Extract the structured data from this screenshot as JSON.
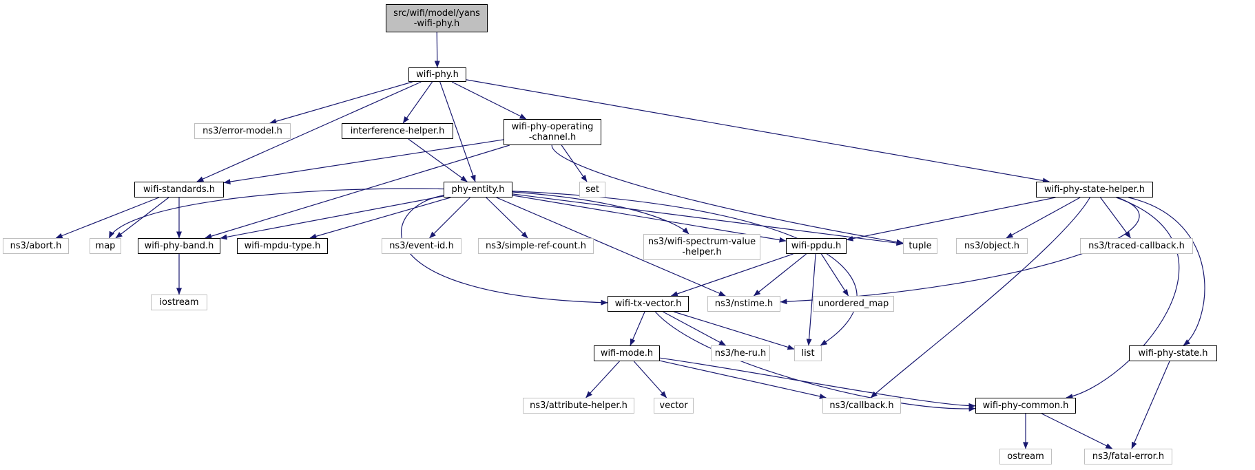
{
  "diagram": {
    "edge_color": "#191970",
    "nodes": [
      {
        "id": "root",
        "label": "src/wifi/model/yans\n-wifi-phy.h",
        "kind": "root"
      },
      {
        "id": "wifiphy",
        "label": "wifi-phy.h",
        "kind": "doc"
      },
      {
        "id": "errormodel",
        "label": "ns3/error-model.h",
        "kind": "ext"
      },
      {
        "id": "interference",
        "label": "interference-helper.h",
        "kind": "doc"
      },
      {
        "id": "opchannel",
        "label": "wifi-phy-operating\n-channel.h",
        "kind": "doc"
      },
      {
        "id": "set",
        "label": "set",
        "kind": "ext"
      },
      {
        "id": "statehelper",
        "label": "wifi-phy-state-helper.h",
        "kind": "doc"
      },
      {
        "id": "standards",
        "label": "wifi-standards.h",
        "kind": "doc"
      },
      {
        "id": "phyentity",
        "label": "phy-entity.h",
        "kind": "doc"
      },
      {
        "id": "abort",
        "label": "ns3/abort.h",
        "kind": "ext"
      },
      {
        "id": "map",
        "label": "map",
        "kind": "ext"
      },
      {
        "id": "band",
        "label": "wifi-phy-band.h",
        "kind": "doc"
      },
      {
        "id": "mpdutype",
        "label": "wifi-mpdu-type.h",
        "kind": "doc"
      },
      {
        "id": "eventid",
        "label": "ns3/event-id.h",
        "kind": "ext"
      },
      {
        "id": "simpleref",
        "label": "ns3/simple-ref-count.h",
        "kind": "ext"
      },
      {
        "id": "spectrum",
        "label": "ns3/wifi-spectrum-value\n-helper.h",
        "kind": "ext"
      },
      {
        "id": "ppdu",
        "label": "wifi-ppdu.h",
        "kind": "doc"
      },
      {
        "id": "tuple",
        "label": "tuple",
        "kind": "ext"
      },
      {
        "id": "object",
        "label": "ns3/object.h",
        "kind": "ext"
      },
      {
        "id": "tracedcb",
        "label": "ns3/traced-callback.h",
        "kind": "ext"
      },
      {
        "id": "iostream",
        "label": "iostream",
        "kind": "ext"
      },
      {
        "id": "txvector",
        "label": "wifi-tx-vector.h",
        "kind": "doc"
      },
      {
        "id": "nstime",
        "label": "ns3/nstime.h",
        "kind": "ext"
      },
      {
        "id": "unordered",
        "label": "unordered_map",
        "kind": "ext"
      },
      {
        "id": "wifimode",
        "label": "wifi-mode.h",
        "kind": "doc"
      },
      {
        "id": "heru",
        "label": "ns3/he-ru.h",
        "kind": "ext"
      },
      {
        "id": "list",
        "label": "list",
        "kind": "ext"
      },
      {
        "id": "phystate",
        "label": "wifi-phy-state.h",
        "kind": "doc"
      },
      {
        "id": "attrhelper",
        "label": "ns3/attribute-helper.h",
        "kind": "ext"
      },
      {
        "id": "vector",
        "label": "vector",
        "kind": "ext"
      },
      {
        "id": "callback",
        "label": "ns3/callback.h",
        "kind": "ext"
      },
      {
        "id": "common",
        "label": "wifi-phy-common.h",
        "kind": "doc"
      },
      {
        "id": "ostream",
        "label": "ostream",
        "kind": "ext"
      },
      {
        "id": "fatal",
        "label": "ns3/fatal-error.h",
        "kind": "ext"
      }
    ],
    "edges": [
      {
        "from": "root",
        "to": "wifiphy"
      },
      {
        "from": "wifiphy",
        "to": "errormodel"
      },
      {
        "from": "wifiphy",
        "to": "interference"
      },
      {
        "from": "wifiphy",
        "to": "opchannel"
      },
      {
        "from": "wifiphy",
        "to": "statehelper"
      },
      {
        "from": "wifiphy",
        "to": "standards"
      },
      {
        "from": "wifiphy",
        "to": "phyentity"
      },
      {
        "from": "interference",
        "to": "phyentity"
      },
      {
        "from": "opchannel",
        "to": "standards"
      },
      {
        "from": "opchannel",
        "to": "band"
      },
      {
        "from": "opchannel",
        "to": "set"
      },
      {
        "from": "opchannel",
        "to": "tuple"
      },
      {
        "from": "standards",
        "to": "abort"
      },
      {
        "from": "standards",
        "to": "map"
      },
      {
        "from": "standards",
        "to": "band"
      },
      {
        "from": "phyentity",
        "to": "map"
      },
      {
        "from": "phyentity",
        "to": "band"
      },
      {
        "from": "phyentity",
        "to": "mpdutype"
      },
      {
        "from": "phyentity",
        "to": "eventid"
      },
      {
        "from": "phyentity",
        "to": "simpleref"
      },
      {
        "from": "phyentity",
        "to": "spectrum"
      },
      {
        "from": "phyentity",
        "to": "ppdu"
      },
      {
        "from": "phyentity",
        "to": "tuple"
      },
      {
        "from": "phyentity",
        "to": "list"
      },
      {
        "from": "phyentity",
        "to": "nstime"
      },
      {
        "from": "phyentity",
        "to": "txvector"
      },
      {
        "from": "statehelper",
        "to": "ppdu"
      },
      {
        "from": "statehelper",
        "to": "object"
      },
      {
        "from": "statehelper",
        "to": "tracedcb"
      },
      {
        "from": "statehelper",
        "to": "nstime"
      },
      {
        "from": "statehelper",
        "to": "callback"
      },
      {
        "from": "statehelper",
        "to": "phystate"
      },
      {
        "from": "statehelper",
        "to": "common"
      },
      {
        "from": "band",
        "to": "iostream"
      },
      {
        "from": "ppdu",
        "to": "txvector"
      },
      {
        "from": "ppdu",
        "to": "nstime"
      },
      {
        "from": "ppdu",
        "to": "unordered"
      },
      {
        "from": "ppdu",
        "to": "list"
      },
      {
        "from": "txvector",
        "to": "wifimode"
      },
      {
        "from": "txvector",
        "to": "heru"
      },
      {
        "from": "txvector",
        "to": "list"
      },
      {
        "from": "txvector",
        "to": "common"
      },
      {
        "from": "wifimode",
        "to": "attrhelper"
      },
      {
        "from": "wifimode",
        "to": "vector"
      },
      {
        "from": "wifimode",
        "to": "callback"
      },
      {
        "from": "wifimode",
        "to": "common"
      },
      {
        "from": "phystate",
        "to": "fatal"
      },
      {
        "from": "common",
        "to": "ostream"
      },
      {
        "from": "common",
        "to": "fatal"
      }
    ]
  }
}
